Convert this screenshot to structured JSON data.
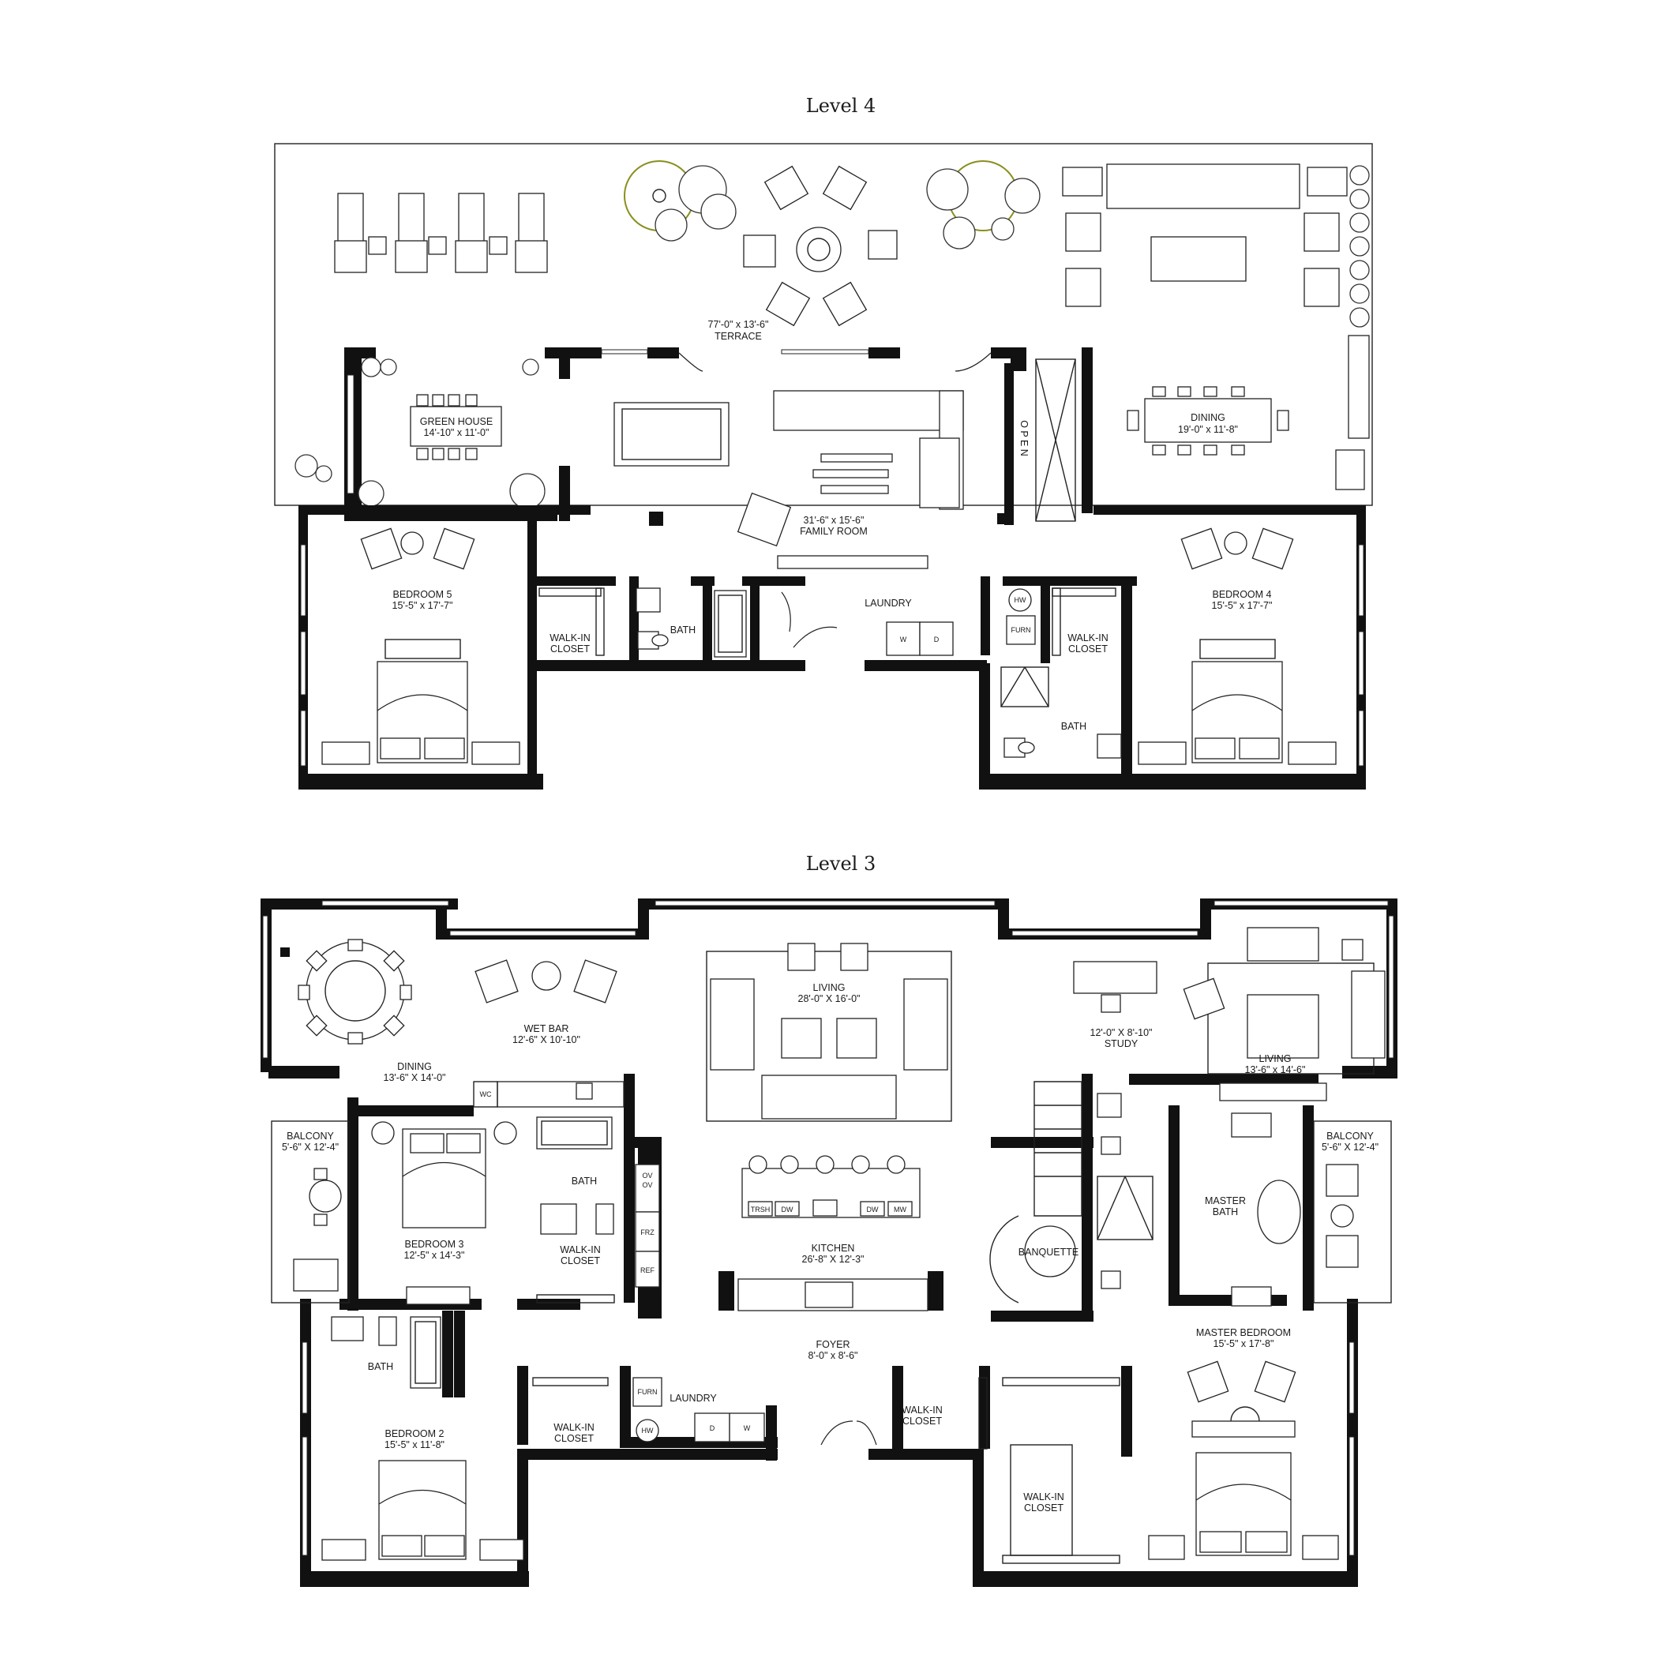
{
  "levels": [
    {
      "title": "Level 4",
      "rooms": {
        "terrace": {
          "size": "77'-0\" x 13'-6\"",
          "name": "TERRACE"
        },
        "green_house": {
          "name": "GREEN HOUSE",
          "size": "14'-10\" x 11'-0\""
        },
        "family_room": {
          "size": "31'-6\" x 15'-6\"",
          "name": "FAMILY ROOM"
        },
        "open": "O P E N",
        "dining": {
          "name": "DINING",
          "size": "19'-0\" x 11'-8\""
        },
        "bedroom5": {
          "name": "BEDROOM 5",
          "size": "15'-5\" x 17'-7\""
        },
        "walkin_left": {
          "name": "WALK-IN",
          "name2": "CLOSET"
        },
        "bath_left": "BATH",
        "laundry": "LAUNDRY",
        "washer": "W",
        "dryer": "D",
        "hw": "HW",
        "furn": "FURN",
        "walkin_right": {
          "name": "WALK-IN",
          "name2": "CLOSET"
        },
        "bath_right": "BATH",
        "bedroom4": {
          "name": "BEDROOM 4",
          "size": "15'-5\" x 17'-7\""
        }
      }
    },
    {
      "title": "Level 3",
      "rooms": {
        "dining": {
          "name": "DINING",
          "size": "13'-6\" X 14'-0\""
        },
        "wet_bar": {
          "name": "WET BAR",
          "size": "12'-6\" X 10'-10\""
        },
        "wc": "WC",
        "living_center": {
          "name": "LIVING",
          "size": "28'-0\" X 16'-0\""
        },
        "study": {
          "size": "12'-0\" X 8'-10\"",
          "name": "STUDY"
        },
        "living_right": {
          "name": "LIVING",
          "size": "13'-6\" x 14'-6\""
        },
        "balcony_left": {
          "name": "BALCONY",
          "size": "5'-6\" X 12'-4\""
        },
        "balcony_right": {
          "name": "BALCONY",
          "size": "5'-6\" X 12'-4\""
        },
        "bedroom3": {
          "name": "BEDROOM 3",
          "size": "12'-5\" x 14'-3\""
        },
        "bath_b3": "BATH",
        "walkin_b3": {
          "name": "WALK-IN",
          "name2": "CLOSET"
        },
        "appliances": {
          "ov1": "OV",
          "ov2": "OV",
          "frz": "FRZ",
          "ref": "REF"
        },
        "kitchen": {
          "name": "KITCHEN",
          "size": "26'-8\" X 12'-3\""
        },
        "island": {
          "trsh": "TRSH",
          "dw1": "DW",
          "dw2": "DW",
          "mw": "MW"
        },
        "banquette": "BANQUETTE",
        "master_bath": {
          "name": "MASTER",
          "name2": "BATH"
        },
        "master_bedroom": {
          "name": "MASTER BEDROOM",
          "size": "15'-5\" x 17'-8\""
        },
        "bath_b2": "BATH",
        "bedroom2": {
          "name": "BEDROOM 2",
          "size": "15'-5\" x 11'-8\""
        },
        "walkin_b2": {
          "name": "WALK-IN",
          "name2": "CLOSET"
        },
        "laundry": "LAUNDRY",
        "furn": "FURN",
        "hw": "HW",
        "dryer": "D",
        "washer": "W",
        "foyer": {
          "name": "FOYER",
          "size": "8'-0\" x 8'-6\""
        },
        "walkin_foyer": {
          "name": "WALK-IN",
          "name2": "CLOSET"
        },
        "walkin_master": {
          "name": "WALK-IN",
          "name2": "CLOSET"
        }
      }
    }
  ],
  "colors": {
    "wall": "#111111",
    "line": "#222222",
    "plant_accent": "#8a8f1e"
  }
}
